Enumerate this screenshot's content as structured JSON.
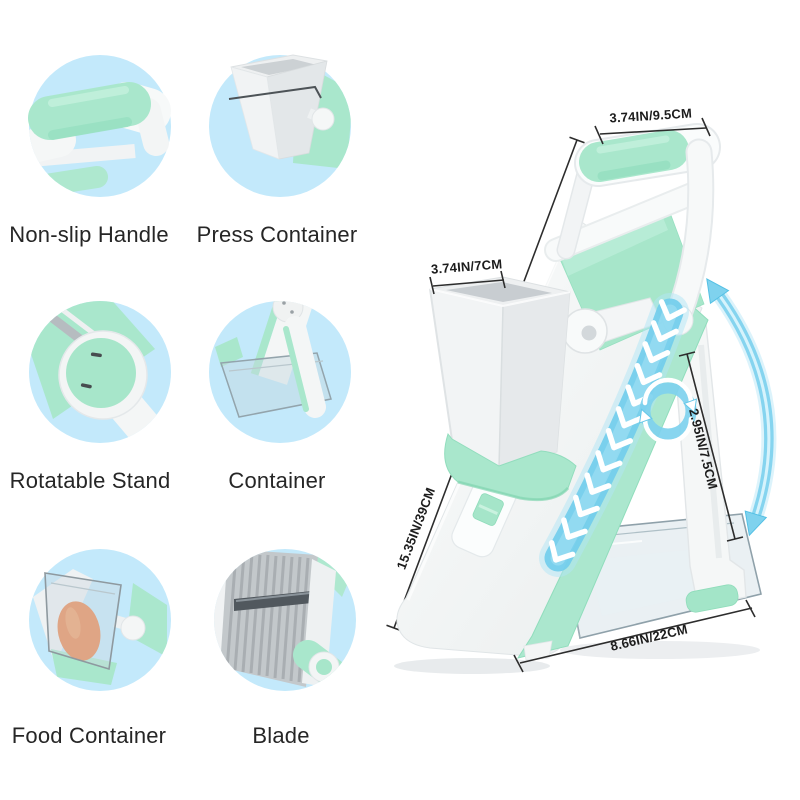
{
  "callouts": [
    {
      "id": "non-slip-handle",
      "label": "Non-slip Handle"
    },
    {
      "id": "press-container",
      "label": "Press Container"
    },
    {
      "id": "rotatable-stand",
      "label": "Rotatable Stand"
    },
    {
      "id": "container",
      "label": "Container"
    },
    {
      "id": "food-container",
      "label": "Food Container"
    },
    {
      "id": "blade",
      "label": "Blade"
    }
  ],
  "dimensions": {
    "handle_width": "3.74IN/9.5CM",
    "hopper_width": "3.74IN/7CM",
    "upper_arm_length": "2.95IN/7.5CM",
    "body_length": "15.35IN/39CM",
    "base_length": "8.66IN/22CM"
  },
  "colors": {
    "callout_circle": "#c3e9fb",
    "mint_green": "#a9e7cc",
    "arrow_cyan": "#76d0ee",
    "carrot_orange": "#ec8044",
    "dimension_line": "#2d2d2d"
  }
}
